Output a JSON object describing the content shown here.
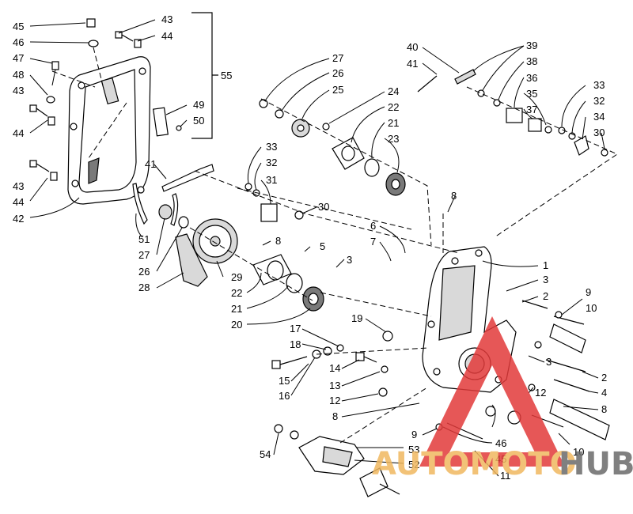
{
  "callouts": [
    "45",
    "46",
    "47",
    "48",
    "43",
    "44",
    "43",
    "44",
    "42",
    "43",
    "44",
    "49",
    "50",
    "55",
    "41",
    "51",
    "27",
    "26",
    "28",
    "29",
    "33",
    "32",
    "31",
    "30",
    "8",
    "5",
    "3",
    "22",
    "21",
    "20",
    "27",
    "26",
    "25",
    "24",
    "22",
    "21",
    "23",
    "40",
    "41",
    "39",
    "38",
    "36",
    "35",
    "37",
    "33",
    "32",
    "34",
    "30",
    "8",
    "6",
    "7",
    "1",
    "3",
    "2",
    "9",
    "10",
    "19",
    "17",
    "18",
    "14",
    "13",
    "12",
    "15",
    "16",
    "8",
    "3",
    "2",
    "4",
    "12",
    "8",
    "46",
    "45",
    "10",
    "11",
    "9",
    "53",
    "52",
    "54"
  ],
  "watermark": {
    "text_a": "AUTOMOTO",
    "text_b": "HUB",
    "color_a": "#f0b860",
    "color_b": "#6b6b6b",
    "logo_color": "#e23a3a"
  }
}
